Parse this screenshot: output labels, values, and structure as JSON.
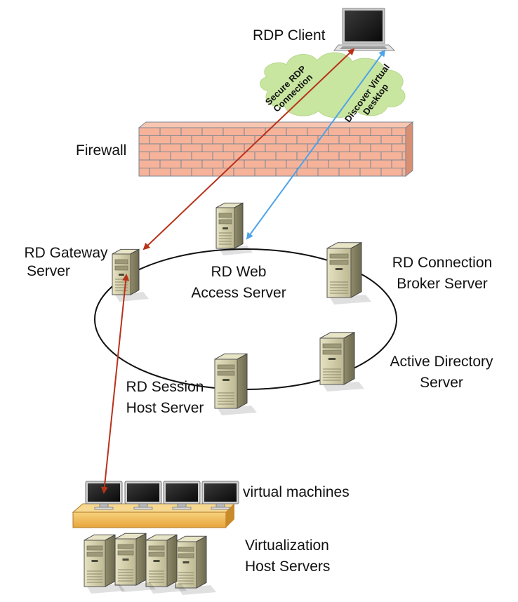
{
  "labels": {
    "rdp_client": "RDP Client",
    "firewall": "Firewall",
    "gateway_1": "RD Gateway",
    "gateway_2": "Server",
    "web_1": "RD Web",
    "web_2": "Access Server",
    "broker_1": "RD Connection",
    "broker_2": "Broker Server",
    "ad_1": "Active Directory",
    "ad_2": "Server",
    "session_1": "RD Session",
    "session_2": "Host Server",
    "virtual_machines": "virtual machines",
    "virt_1": "Virtualization",
    "virt_2": "Host Servers"
  },
  "connections": {
    "secure_rdp_1": "Secure RDP",
    "secure_rdp_2": "Connection",
    "discover_1": "Discover Virtual",
    "discover_2": "Desktop"
  },
  "colors": {
    "secure_arrow": "#b8321a",
    "discover_arrow": "#4ea3e8",
    "brick": "#f6b39a",
    "mortar": "#7a8591",
    "cloud": "#c8e6a0",
    "server_body": "#d6d2b0",
    "platform": "#f0b858"
  },
  "icons": [
    "laptop-icon",
    "cloud-icon",
    "brick-wall-icon",
    "server-icon",
    "monitor-icon"
  ]
}
